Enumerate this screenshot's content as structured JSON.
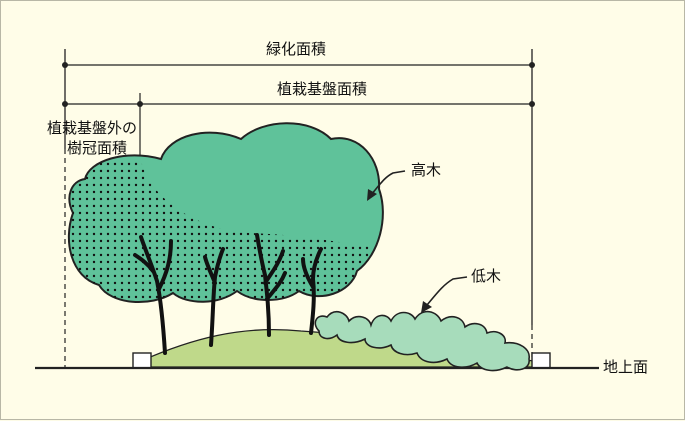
{
  "labels": {
    "greening_area": "緑化面積",
    "planting_base_area": "植栽基盤面積",
    "outside_canopy_line1": "植栽基盤外の",
    "outside_canopy_line2": "樹冠面積",
    "tall_tree": "高木",
    "shrub": "低木",
    "ground_level": "地上面"
  },
  "colors": {
    "background": "#fffde8",
    "tall_tree_canopy": "#5fc29a",
    "shrub": "#a7dcbb",
    "planting_base": "#bfd98a",
    "trunk": "#111111",
    "line": "#222222"
  }
}
